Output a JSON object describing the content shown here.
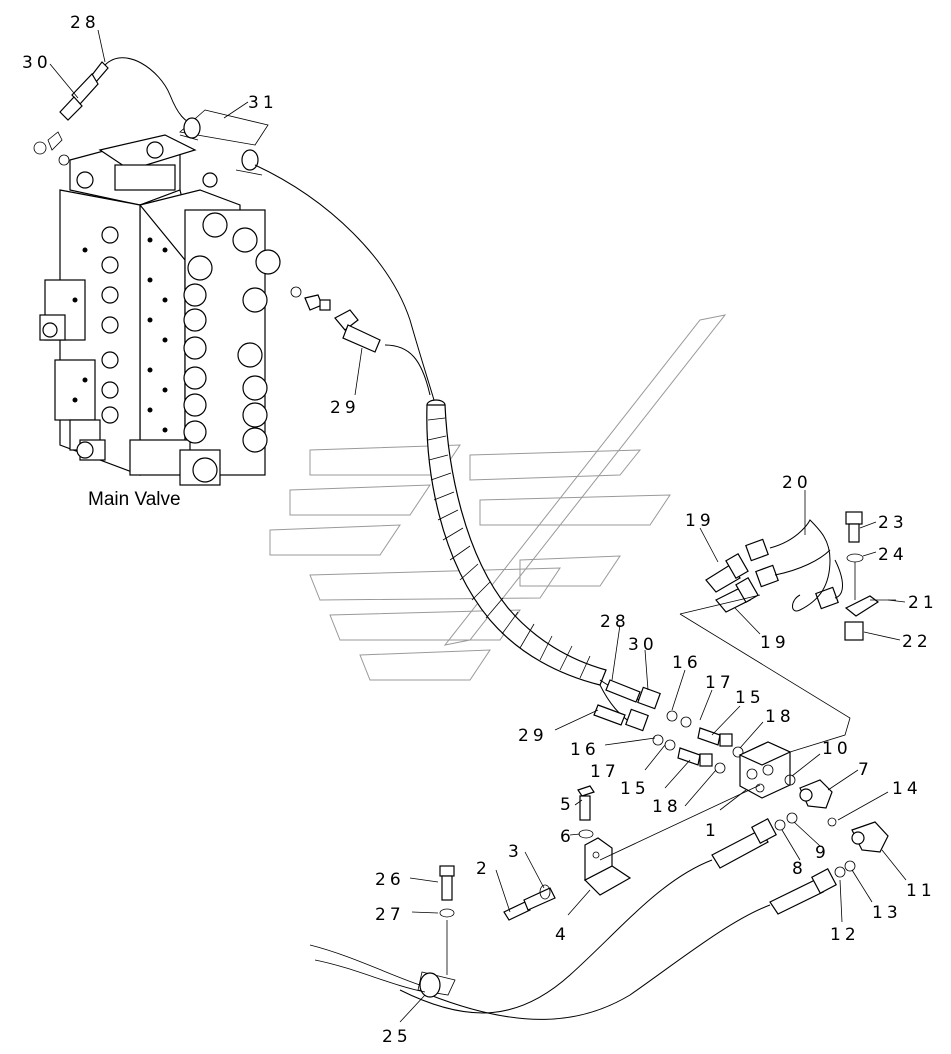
{
  "caption": "Main Valve",
  "labels": [
    {
      "id": "l28a",
      "text": "28"
    },
    {
      "id": "l30a",
      "text": "30"
    },
    {
      "id": "l31",
      "text": "31"
    },
    {
      "id": "l29a",
      "text": "29"
    },
    {
      "id": "l20",
      "text": "20"
    },
    {
      "id": "l19a",
      "text": "19"
    },
    {
      "id": "l19b",
      "text": "19"
    },
    {
      "id": "l23",
      "text": "23"
    },
    {
      "id": "l24",
      "text": "24"
    },
    {
      "id": "l21",
      "text": "21"
    },
    {
      "id": "l22",
      "text": "22"
    },
    {
      "id": "l28b",
      "text": "28"
    },
    {
      "id": "l30b",
      "text": "30"
    },
    {
      "id": "l16a",
      "text": "16"
    },
    {
      "id": "l17a",
      "text": "17"
    },
    {
      "id": "l15a",
      "text": "15"
    },
    {
      "id": "l18a",
      "text": "18"
    },
    {
      "id": "l29b",
      "text": "29"
    },
    {
      "id": "l16b",
      "text": "16"
    },
    {
      "id": "l17b",
      "text": "17"
    },
    {
      "id": "l15b",
      "text": "15"
    },
    {
      "id": "l18b",
      "text": "18"
    },
    {
      "id": "l10",
      "text": "10"
    },
    {
      "id": "l7",
      "text": "7"
    },
    {
      "id": "l14",
      "text": "14"
    },
    {
      "id": "l5",
      "text": "5"
    },
    {
      "id": "l6",
      "text": "6"
    },
    {
      "id": "l1",
      "text": "1"
    },
    {
      "id": "l8",
      "text": "8"
    },
    {
      "id": "l9",
      "text": "9"
    },
    {
      "id": "l11",
      "text": "11"
    },
    {
      "id": "l2",
      "text": "2"
    },
    {
      "id": "l3",
      "text": "3"
    },
    {
      "id": "l4",
      "text": "4"
    },
    {
      "id": "l13",
      "text": "13"
    },
    {
      "id": "l12",
      "text": "12"
    },
    {
      "id": "l26",
      "text": "26"
    },
    {
      "id": "l27",
      "text": "27"
    },
    {
      "id": "l25",
      "text": "25"
    }
  ]
}
